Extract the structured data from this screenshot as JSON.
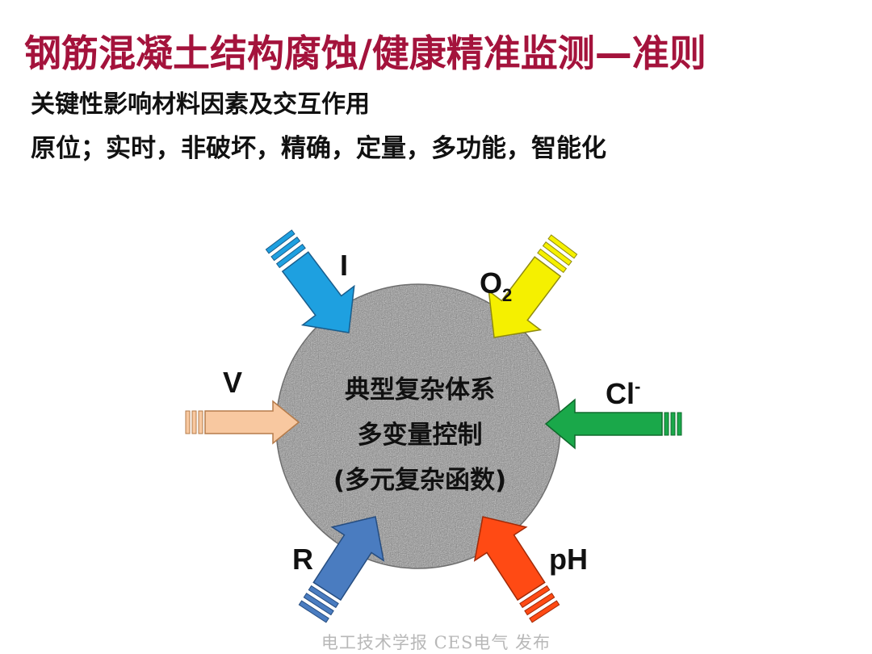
{
  "title": "钢筋混凝土结构腐蚀/健康精准监测—准则",
  "subtitle": "关键性影响材料因素及交互作用",
  "criteria": "原位；实时，非破坏，精确，定量，多功能，智能化",
  "center": {
    "line1": "典型复杂体系",
    "line2": "多变量控制",
    "line3": "(多元复杂函数)"
  },
  "labels": {
    "I": "I",
    "O2_main": "O",
    "O2_sub": "2",
    "V": "V",
    "Cl_main": "Cl",
    "Cl_sup": "-",
    "R": "R",
    "pH": "pH"
  },
  "colors": {
    "title": "#a4133c",
    "I_arrow": "#1ea0e0",
    "O2_arrow": "#f5f000",
    "V_arrow": "#f8c8a0",
    "Cl_arrow": "#1aa84a",
    "R_arrow": "#4a7cc0",
    "pH_arrow": "#ff4a14",
    "circle": "#8a8a8a"
  },
  "watermark": "电工技术学报 CES电气 发布"
}
